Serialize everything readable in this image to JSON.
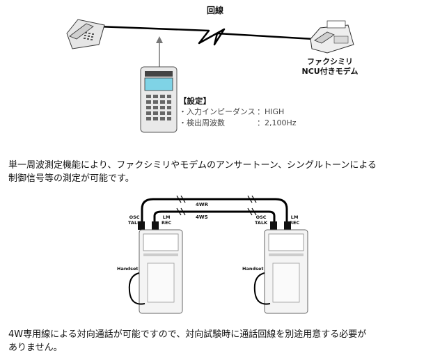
{
  "top_diagram": {
    "line_title": "回線",
    "fax_label_line1": "ファクシミリ",
    "fax_label_line2": "NCU付きモデム",
    "settings": {
      "title": "【設定】",
      "rows": [
        {
          "key": "・入力インピーダンス",
          "value": "：HIGH"
        },
        {
          "key": "・検出周波数",
          "value": "：2,100Hz"
        }
      ]
    }
  },
  "paragraph1": {
    "line1": "単一周波測定機能により、ファクシミリやモデムのアンサートーン、シングルトーンによる",
    "line2": "制御信号等の測定が可能です。"
  },
  "bottom_diagram": {
    "cable_4wr": "4WR",
    "cable_4ws": "4WS",
    "left_unit": {
      "osc": "OSC",
      "talk": "TALK",
      "lm": "LM",
      "rec": "REC",
      "handset": "Handset"
    },
    "right_unit": {
      "osc": "OSC",
      "talk": "TALK",
      "lm": "LM",
      "rec": "REC",
      "handset": "Handset"
    }
  },
  "paragraph2": {
    "line1": "4W専用線による対向通話が可能ですので、対向試験時に通話回線を別途用意する必要が",
    "line2": "ありません。"
  }
}
